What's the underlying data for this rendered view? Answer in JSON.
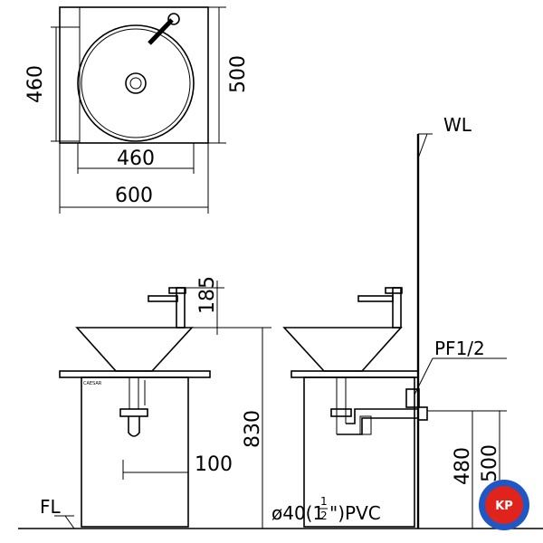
{
  "top_view": {
    "dim_height_outer": "500",
    "dim_height_inner": "460",
    "dim_width_inner": "460",
    "dim_width_outer": "600"
  },
  "front_view": {
    "dim_faucet_height": "185",
    "dim_trap_offset": "100",
    "dim_total_height": "830",
    "brand_label": "CAESAR",
    "floor_label": "FL"
  },
  "side_view": {
    "wall_label": "WL",
    "supply_label": "PF1/2",
    "dim_drain_height": "480",
    "dim_supply_height": "500",
    "pipe_spec_prefix": "ø40(1",
    "pipe_spec_num": "1",
    "pipe_spec_den": "2",
    "pipe_spec_suffix": "\")PVC"
  },
  "logo": {
    "text": "KP",
    "color_outer": "#1f57c7",
    "color_inner": "#e0231b"
  }
}
